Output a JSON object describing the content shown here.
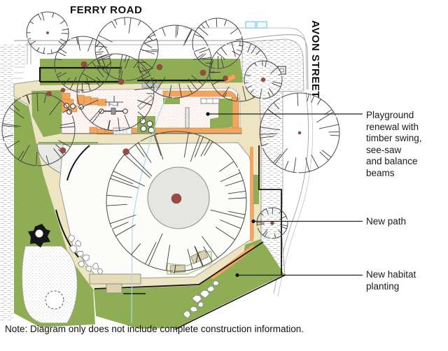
{
  "streets": {
    "top": "FERRY ROAD",
    "right": "AVON STREET"
  },
  "annotations": {
    "playground": "Playground\nrenewal with\ntimber swing,\nsee-saw\nand balance\nbeams",
    "new_path": "New path",
    "habitat": "New habitat\nplanting"
  },
  "note": "Note: Diagram only does not include complete construction information.",
  "colors": {
    "lawn_green": "#8fad55",
    "path_cream": "#ede4c2",
    "play_orange": "#f2a55c",
    "tree_dot_red": "#9c4944",
    "water_blue": "#a9d9ec",
    "shade_grey": "#e7e7e3",
    "boundary_black": "#151515"
  }
}
